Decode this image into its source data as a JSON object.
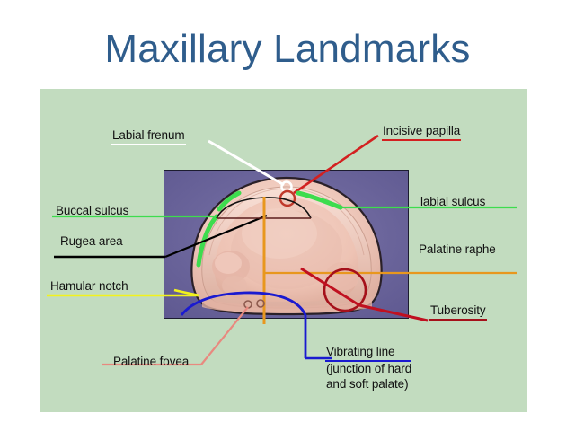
{
  "slide": {
    "title": "Maxillary Landmarks",
    "title_color": "#2f5d8c",
    "background_color": "#ffffff",
    "panel_color": "#c2dcbf",
    "cast_panel_color": "#6a6499"
  },
  "labels": {
    "labial_frenum": {
      "text": "Labial frenum",
      "color": "#ffffff"
    },
    "buccal_sulcus": {
      "text": "Buccal sulcus",
      "color": "#55e06a"
    },
    "rugea_area": {
      "text": "Rugea area",
      "color": "#000000"
    },
    "hamular_notch": {
      "text": "Hamular notch",
      "color": "#f2f21c"
    },
    "palatine_fovea": {
      "text": "Palatine fovea",
      "color": "#e8897f"
    },
    "incisive_papilla": {
      "text": "Incisive papilla",
      "color": "#d32020"
    },
    "labial_sulcus": {
      "text": "labial  sulcus",
      "color": "#55e06a"
    },
    "palatine_raphe": {
      "text": "Palatine raphe",
      "color": "#e8971e"
    },
    "tuberosity": {
      "text": "Tuberosity",
      "color": "#a5101a"
    },
    "vibrating_line": {
      "text": "Vibrating line",
      "color": "#1a1ad0",
      "sub_line_1": "(junction of hard",
      "sub_line_2": "and soft palate)"
    }
  },
  "anatomy": {
    "cast_fill": "#edc0b6",
    "cast_highlight": "#f6dcd3",
    "cast_outline": "#241d22",
    "rugae_outline_color": "#000000",
    "raphe_line_color": "#e8971e",
    "vibrating_arc_color": "#1a1ad0",
    "tuberosity_circle_color": "#a5101a",
    "incisive_papilla_circle_color": "#c0392b",
    "frenum_notch_color": "#ffffff",
    "sulcus_arc_color": "#3ddc4e",
    "fovea_dot_color": "#b07a6e"
  }
}
